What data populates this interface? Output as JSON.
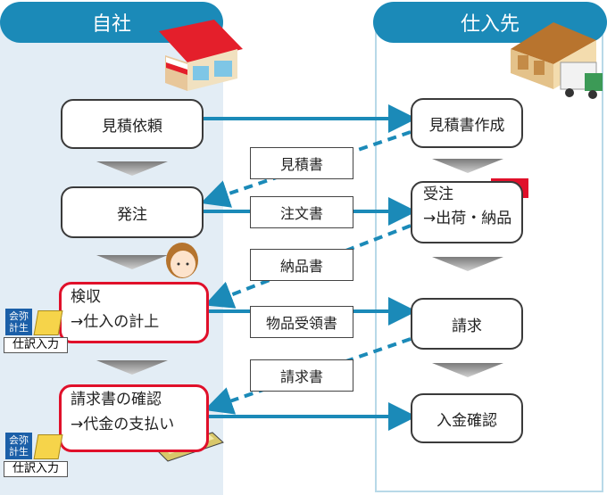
{
  "headers": {
    "left": "自社",
    "right": "仕入先"
  },
  "boxes": {
    "mitsumori_irai": "見積依頼",
    "hacchu": "発注",
    "kenshu_1": "検収",
    "kenshu_2": "→仕入の計上",
    "seikyu_kakunin_1": "請求書の確認",
    "seikyu_kakunin_2": "→代金の支払い",
    "mitsumorisho_sakusei": "見積書作成",
    "juchu_1": "受注",
    "juchu_2": "→出荷・納品",
    "seikyu": "請求",
    "nyukin_kakunin": "入金確認"
  },
  "documents": {
    "mitsumorisho": "見積書",
    "chumonsho": "注文書",
    "nohinsho": "納品書",
    "buppin_juryosho": "物品受領書",
    "seikyusho": "請求書"
  },
  "accounting_badge": {
    "badge_text_1": "会弥",
    "badge_text_2": "計生",
    "label": "仕訳入力"
  },
  "colors": {
    "header": "#1b8ab8",
    "arrow": "#1b8ab8",
    "highlight_border": "#e0102a",
    "left_column_bg": "#e3edf5"
  }
}
